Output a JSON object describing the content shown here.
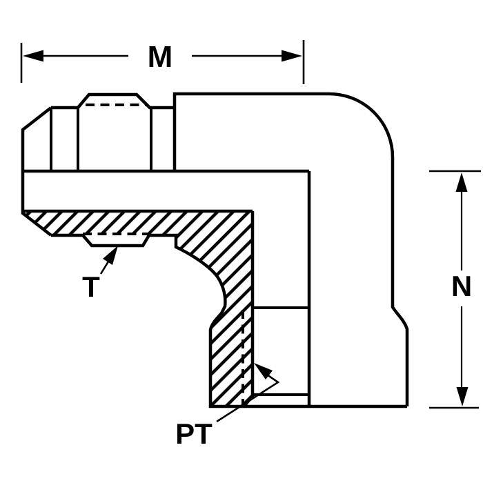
{
  "drawing": {
    "kind": "engineering-section-drawing",
    "labels": {
      "dim_horizontal": "M",
      "dim_vertical": "N",
      "thread_callout": "T",
      "pipe_thread_callout": "PT"
    },
    "colors": {
      "line": "#000000",
      "background": "#ffffff"
    }
  }
}
